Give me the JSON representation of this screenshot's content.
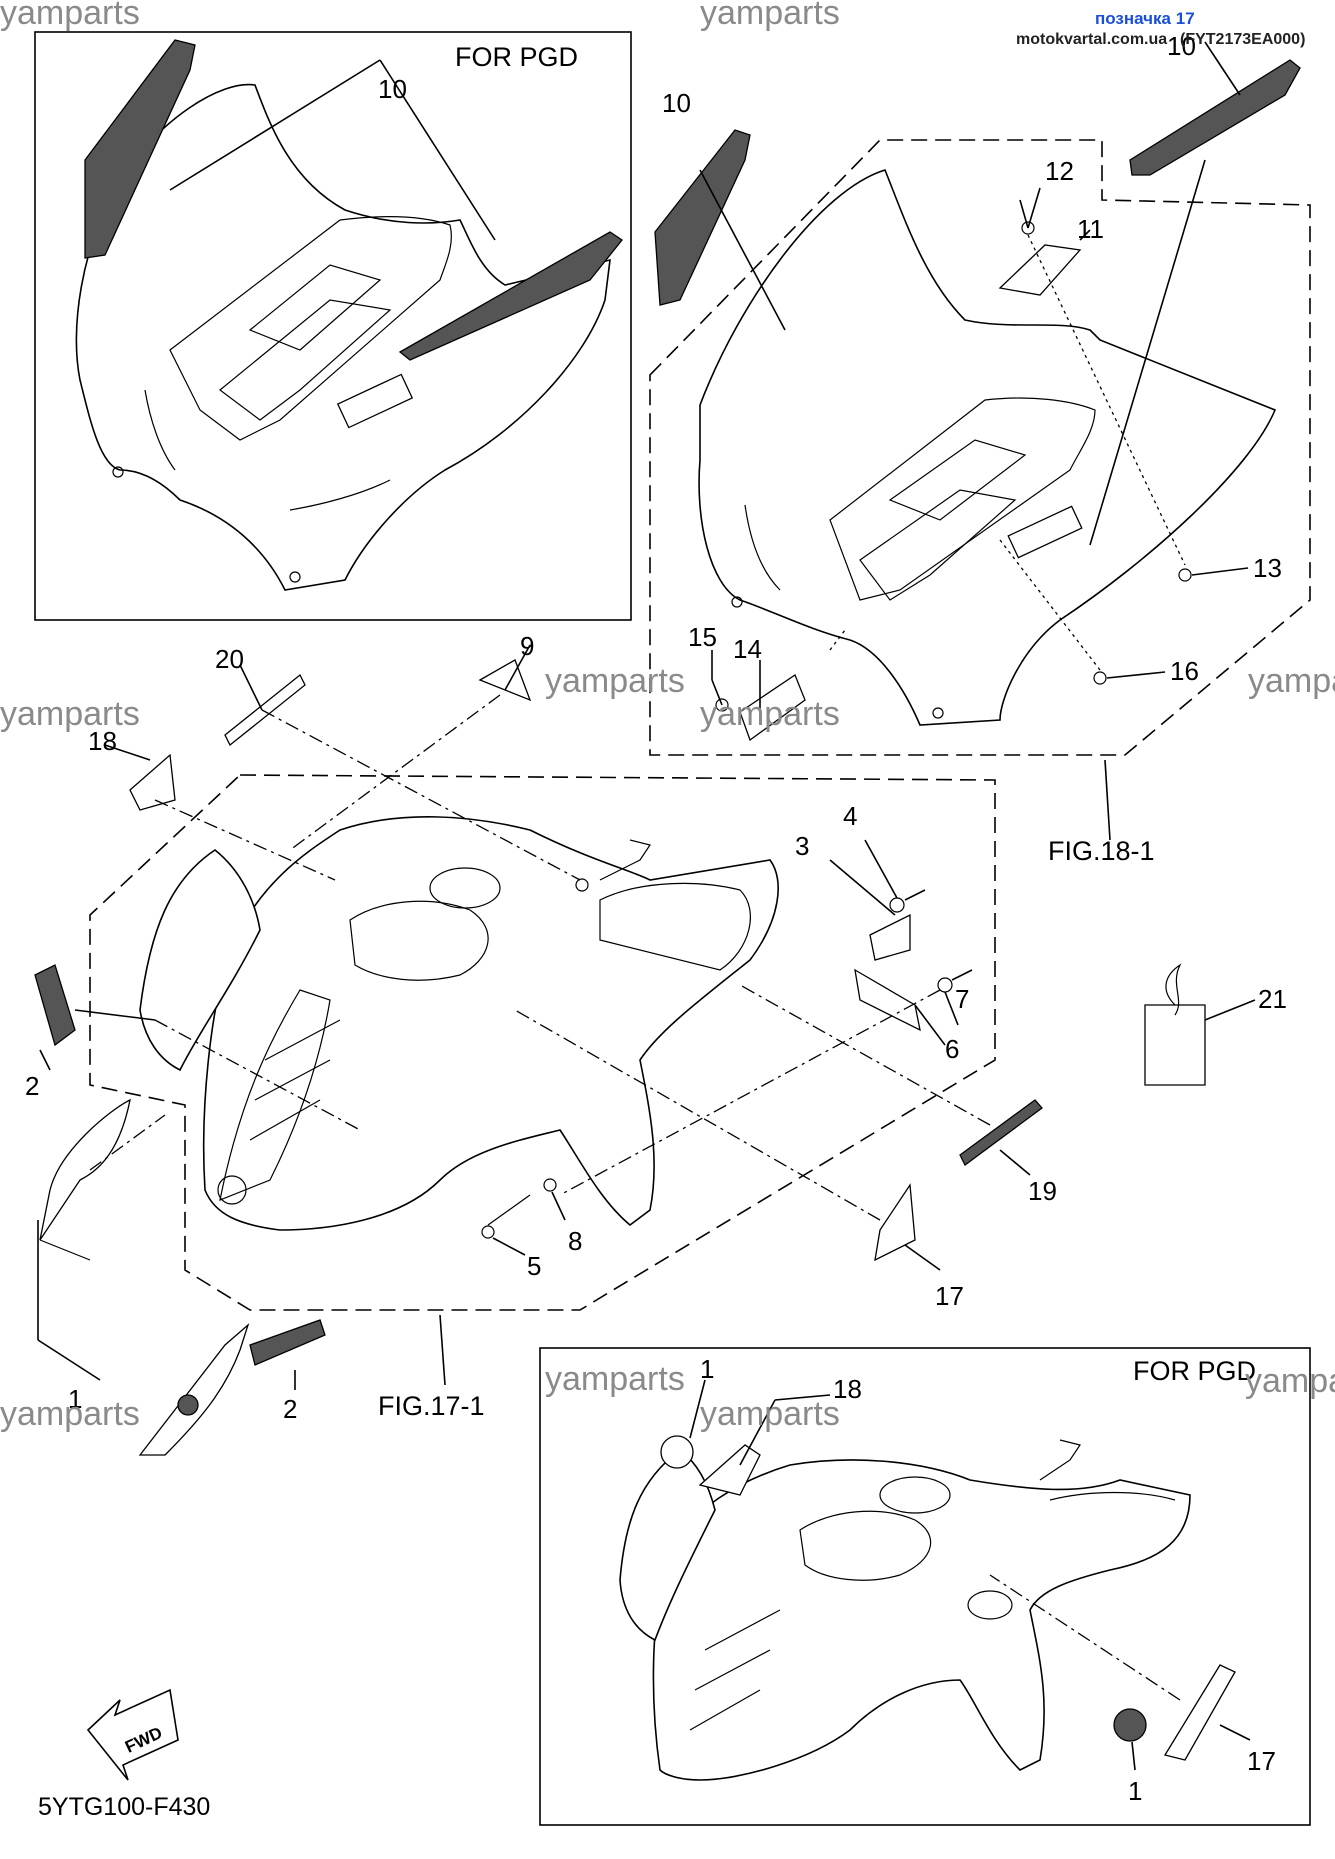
{
  "sticker": {
    "label": "позначка 17",
    "site": "motokvartal.com.ua",
    "code": "(FYT2173EA000)"
  },
  "watermark": "yamparts",
  "boxes": {
    "top_left_title": "FOR PGD",
    "bottom_right_title": "FOR PGD"
  },
  "figure_refs": {
    "fig18": "FIG.18-1",
    "fig17": "FIG.17-1"
  },
  "diagram_code": "5YTG100-F430",
  "fwd_label": "FWD",
  "callouts": {
    "c1": "1",
    "c2": "2",
    "c3": "3",
    "c4": "4",
    "c5": "5",
    "c6": "6",
    "c7": "7",
    "c8": "8",
    "c9": "9",
    "c10": "10",
    "c11": "11",
    "c12": "12",
    "c13": "13",
    "c14": "14",
    "c15": "15",
    "c16": "16",
    "c17": "17",
    "c18": "18",
    "c19": "19",
    "c20": "20",
    "c21": "21"
  }
}
